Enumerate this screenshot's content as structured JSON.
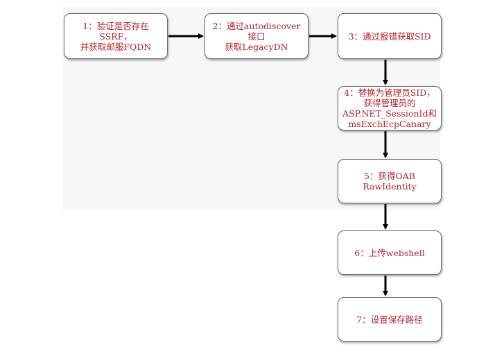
{
  "diagram": {
    "steps": [
      {
        "label": "1：验证是否存在SSRF，\n并获取邮服FQDN"
      },
      {
        "label": "2：通过autodiscover接口\n获取LegacyDN"
      },
      {
        "label": "3：通过报错获取SID"
      },
      {
        "label": "4：替换为管理员SID，\n获得管理员的\nASP.NET_SessionId和\nmsExchEcpCanary"
      },
      {
        "label": "5：获得OAB RawIdentity"
      },
      {
        "label": "6：上传webshell"
      },
      {
        "label": "7：设置保存路径"
      }
    ],
    "colors": {
      "text": "#b0262a",
      "border": "#6a6a6a",
      "arrow": "#000000"
    }
  }
}
